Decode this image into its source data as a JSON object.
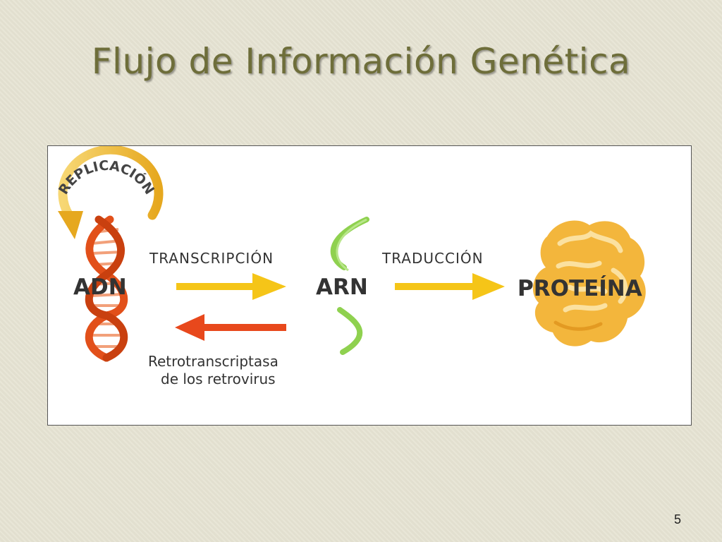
{
  "slide": {
    "title": "Flujo de Información Genética",
    "page_number": "5"
  },
  "diagram": {
    "replication_label": "REPLICACIÓN",
    "molecules": {
      "dna": "ADN",
      "rna": "ARN",
      "protein": "PROTEÍNA"
    },
    "processes": {
      "transcription": "TRANSCRIPCIÓN",
      "translation": "TRADUCCIÓN"
    },
    "reverse_note": {
      "line1": "Retrotranscriptasa",
      "line2": "de los retrovirus"
    },
    "colors": {
      "forward_arrow": "#f5c518",
      "reverse_arrow": "#e8481c",
      "dna_helix": "#e2501a",
      "rna_strand": "#8fd14f",
      "protein": "#f3b63c",
      "replication_arc": "#f0c23a",
      "title": "#6e6e3a"
    }
  }
}
